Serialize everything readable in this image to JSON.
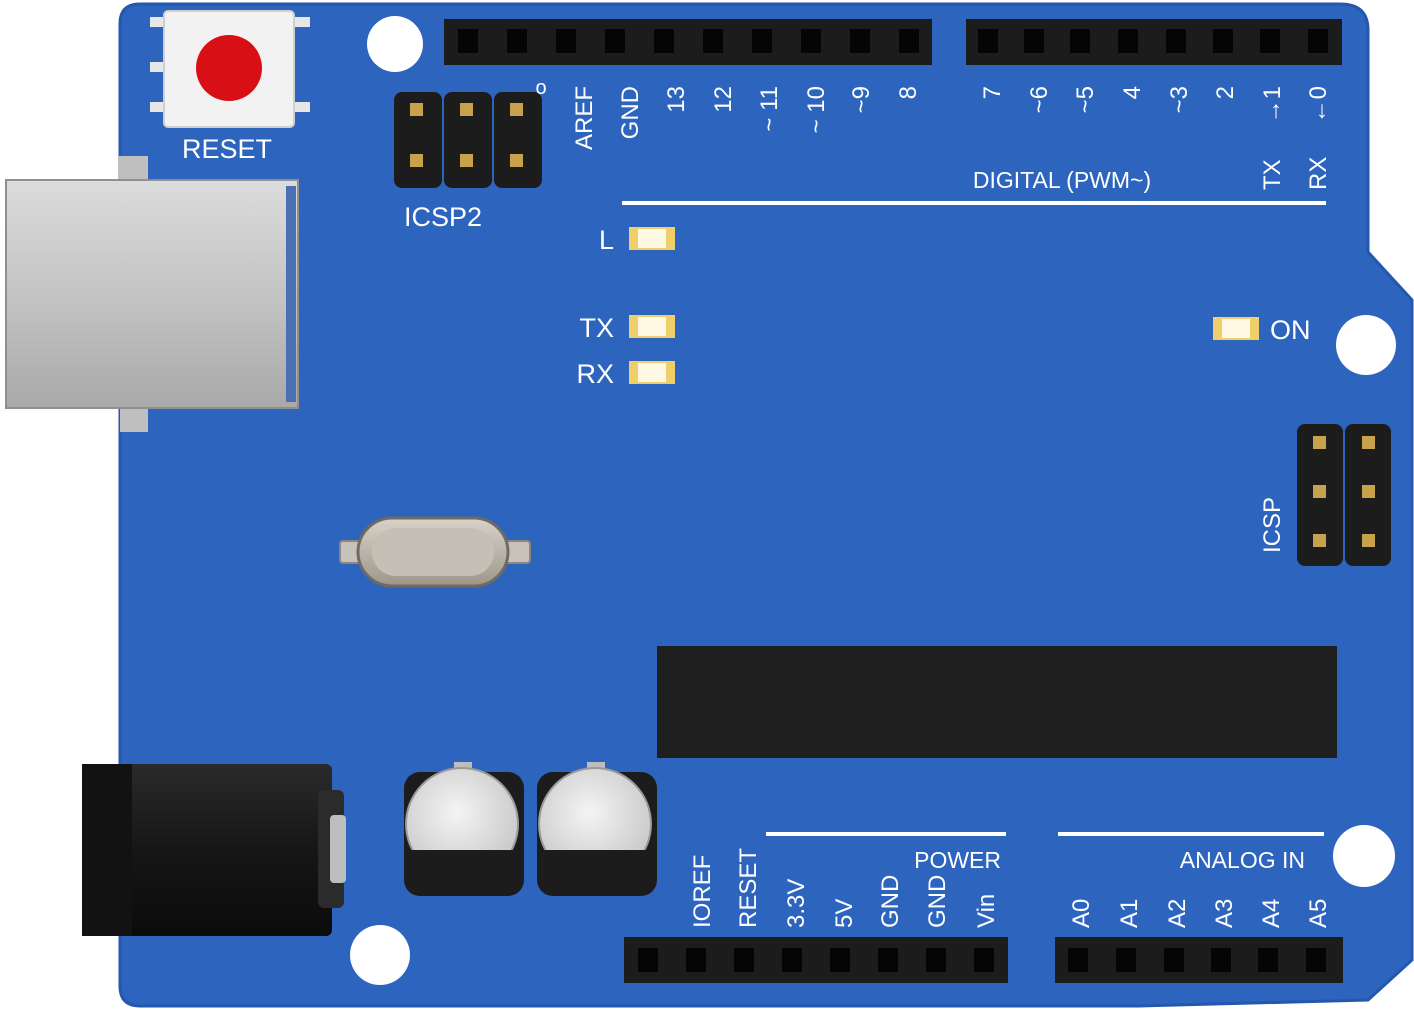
{
  "board": {
    "colors": {
      "pcb": "#2d64be",
      "pcb_edge": "#234f9e",
      "silkscreen": "#ffffff",
      "header": "#1c1c1c",
      "usb_metal": "#c9c9c9",
      "reset_cap": "#d80f15",
      "led": "#fff4c2",
      "capacitor_top": "#e6e6e6",
      "barrel_jack": "#1a1a1a"
    }
  },
  "labels": {
    "reset": "RESET",
    "icsp2": "ICSP2",
    "icsp": "ICSP",
    "digital": "DIGITAL (PWM~)",
    "led_l": "L",
    "led_tx": "TX",
    "led_rx": "RX",
    "led_on": "ON",
    "power": "POWER",
    "analog_in": "ANALOG IN",
    "tx_header": "TX",
    "rx_header": "RX"
  },
  "digital_pins_high": [
    "AREF",
    "GND",
    "13",
    "12",
    "~ 11",
    "~ 10",
    "~9",
    "8"
  ],
  "digital_pins_low": [
    "7",
    "~6",
    "~5",
    "4",
    "~3",
    "2",
    "→1",
    "←0"
  ],
  "power_pins": [
    "IOREF",
    "RESET",
    "3.3V",
    "5V",
    "GND",
    "GND",
    "Vin"
  ],
  "analog_pins": [
    "A0",
    "A1",
    "A2",
    "A3",
    "A4",
    "A5"
  ],
  "icsp2_pin_mark": "o"
}
